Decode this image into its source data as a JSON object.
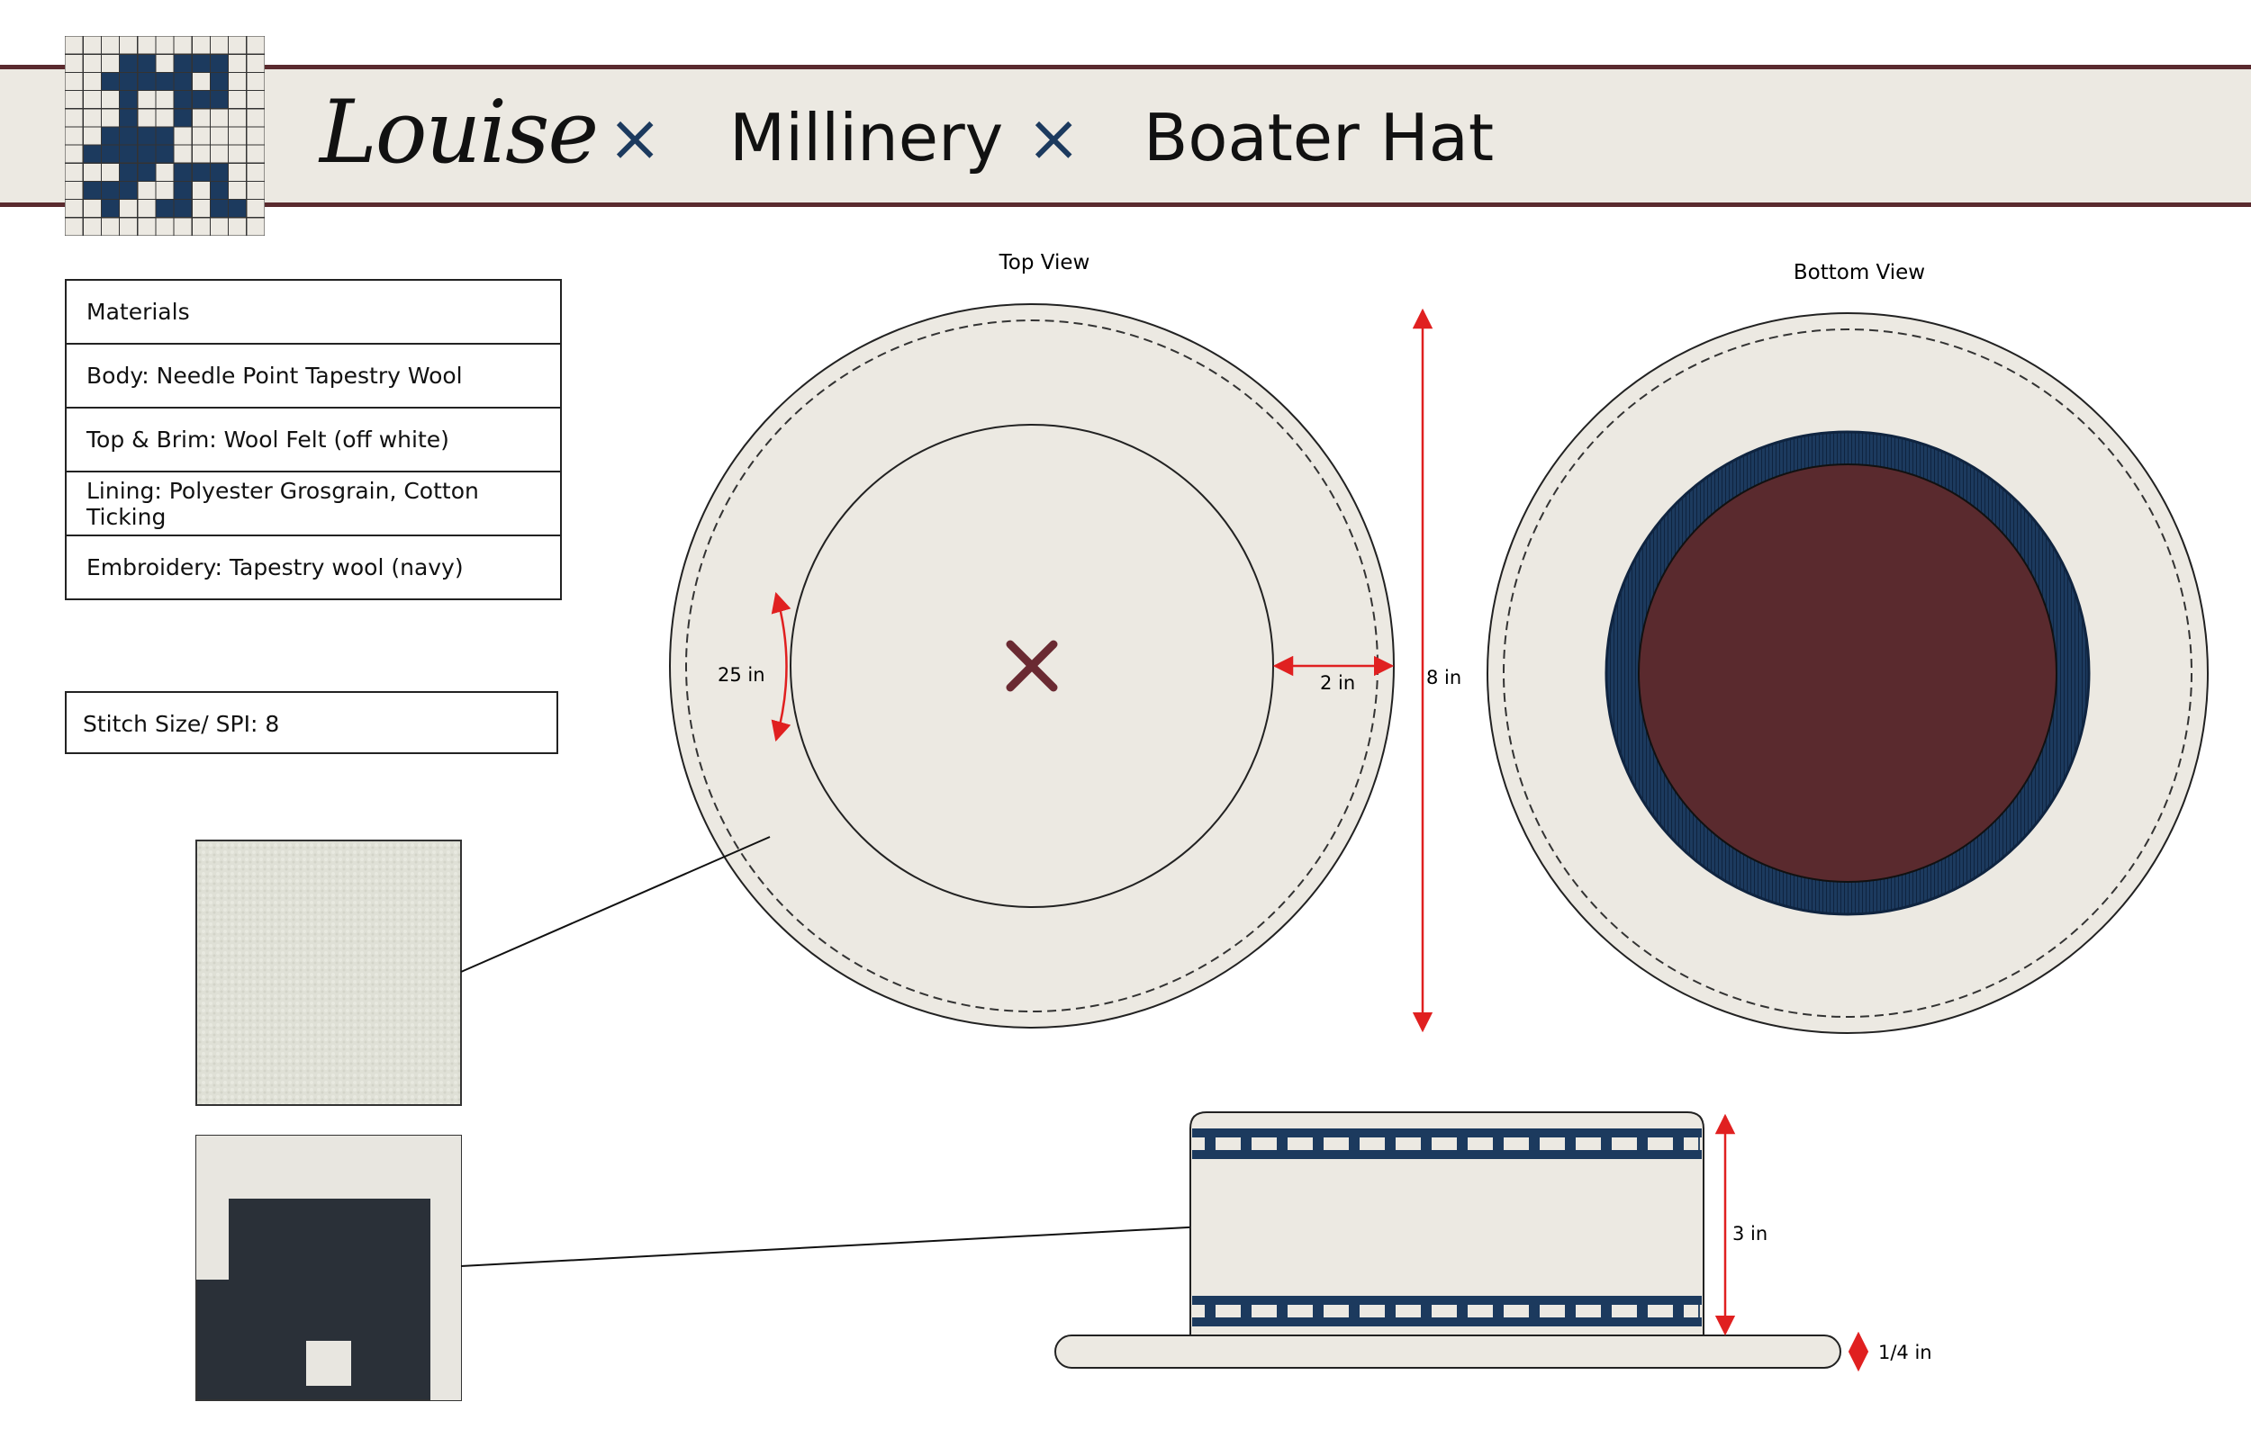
{
  "header": {
    "brand": "Louise",
    "separator": "×",
    "category": "Millinery",
    "product": "Boater Hat"
  },
  "materials": {
    "heading": "Materials",
    "rows": [
      "Body: Needle Point Tapestry Wool",
      "Top & Brim: Wool Felt (off white)",
      "Lining: Polyester Grosgrain, Cotton Ticking",
      "Embroidery: Tapestry wool (navy)"
    ]
  },
  "stitch": "Stitch Size/ SPI: 8",
  "views": {
    "top": "Top View",
    "bottom": "Bottom View"
  },
  "dimensions": {
    "circumference": "25 in",
    "brim_width": "2 in",
    "diameter": "8 in",
    "crown_height": "3 in",
    "brim_thickness": "1/4 in"
  },
  "colors": {
    "navy": "#1c3a5e",
    "maroon": "#5a2a2e",
    "felt": "#ece9e2",
    "arrow": "#e02020"
  }
}
